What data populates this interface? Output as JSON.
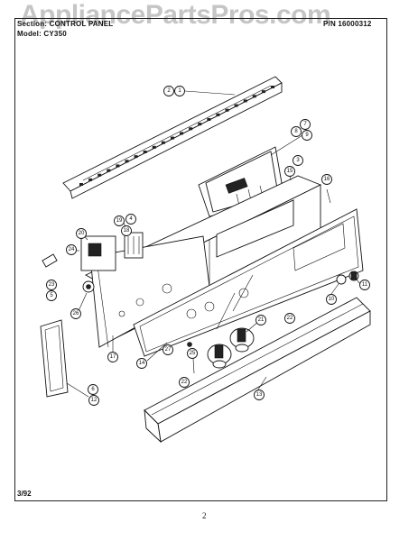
{
  "header": {
    "section_label": "Section:",
    "section_value": "CONTROL PANEL",
    "model_label": "Model:",
    "model_value": "CY350",
    "part_number": "P/N 16000312",
    "watermark": "AppliancePartsPros.com"
  },
  "footer": {
    "date_code": "3/92",
    "page_number": "2"
  },
  "callouts": {
    "c2": "2",
    "c1": "1",
    "c7": "7",
    "c8": "8",
    "c9": "9",
    "c3": "3",
    "c15": "15",
    "c16": "16",
    "c19": "19",
    "c4": "4",
    "c18": "18",
    "c20": "20",
    "c24": "24",
    "c23": "23",
    "c5": "5",
    "c26": "26",
    "c17": "17",
    "c6": "6",
    "c12": "12",
    "c14": "14",
    "c27": "27",
    "c25": "25",
    "c22a": "22",
    "c21": "21",
    "c22b": "22",
    "c10": "10",
    "c11": "11",
    "c13": "13"
  }
}
